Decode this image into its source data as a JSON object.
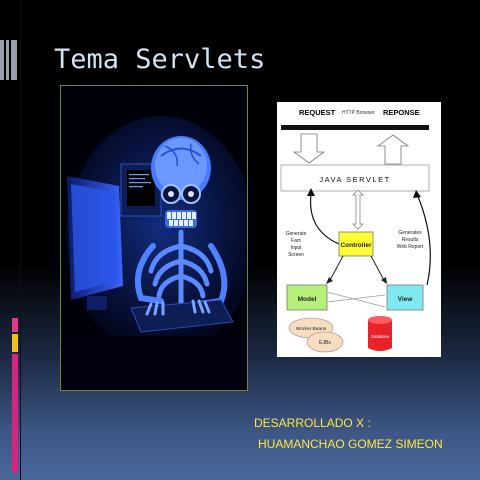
{
  "title": "Tema Servlets",
  "credits": {
    "line1": "DESARROLLADO X :",
    "line2": "HUAMANCHAO  GOMEZ SIMEON"
  },
  "diagram": {
    "request": "REQUEST",
    "browser": "HTTP Browser",
    "response": "REPONSE",
    "servlet": "JAVA SERVLET",
    "controller": "Controller",
    "model": "Model",
    "view": "View",
    "left_note": [
      "Generate",
      "Fam",
      "Input",
      "Screen"
    ],
    "right_note": [
      "Generates",
      "Results",
      "Web Report"
    ],
    "worker": "Worker Beans",
    "ejbs": "EJBs",
    "database": "Database"
  },
  "colors": {
    "title": "#cfe6f2",
    "credit": "#ffe840",
    "controller": "#ffff33",
    "model": "#b6f07a",
    "view": "#7fe8f0",
    "database": "#e8222a",
    "beans": "#f6dcc0"
  }
}
